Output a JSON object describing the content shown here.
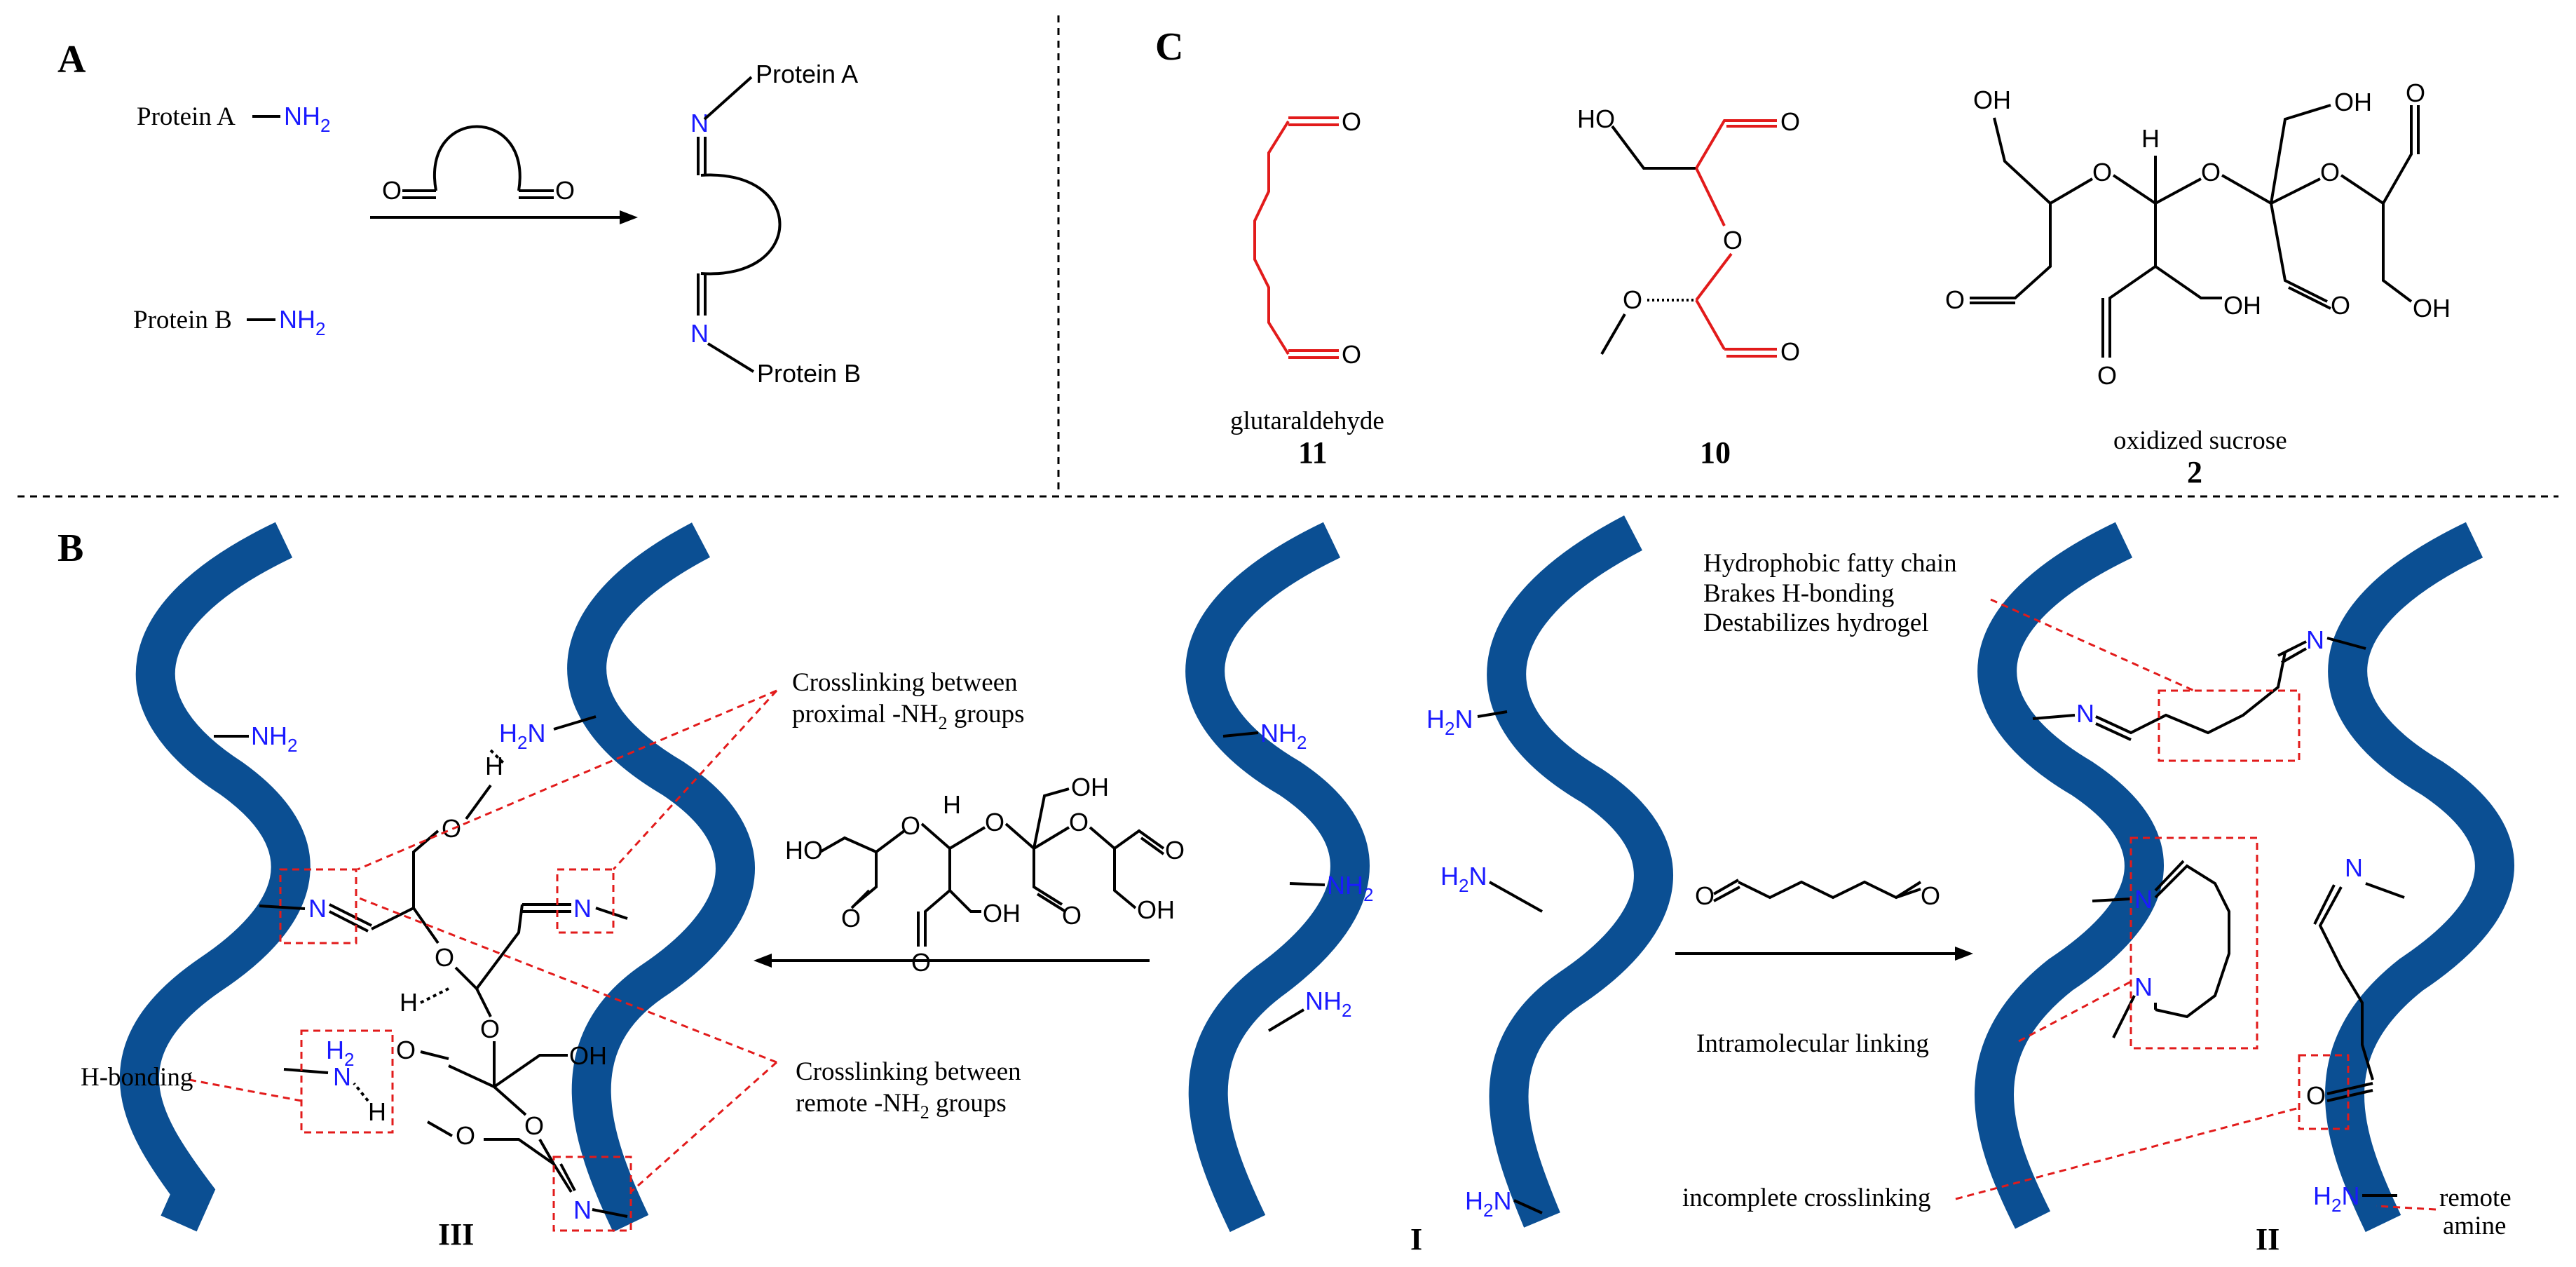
{
  "panels": {
    "a": "A",
    "b": "B",
    "c": "C"
  },
  "panel_a": {
    "protein_a": "Protein A",
    "protein_b": "Protein B",
    "nh2": "NH",
    "nh2_sub": "2",
    "o": "O",
    "n": "N",
    "product_protein_a": "Protein A",
    "product_protein_b": "Protein B"
  },
  "panel_c": {
    "glutaraldehyde_name": "glutaraldehyde",
    "glutaraldehyde_number": "11",
    "compound10_number": "10",
    "sucrose_name": "oxidized sucrose",
    "sucrose_number": "2",
    "ho": "HO",
    "oh": "OH",
    "o": "O",
    "h": "H"
  },
  "panel_b": {
    "crosslink_proximal_1": "Crosslinking between",
    "crosslink_proximal_2": "proximal -NH",
    "crosslink_proximal_sub": "2",
    "crosslink_proximal_3": " groups",
    "crosslink_remote_1": "Crosslinking between",
    "crosslink_remote_2": "remote -NH",
    "crosslink_remote_sub": "2",
    "crosslink_remote_3": " groups",
    "h_bonding": "H-bonding",
    "hydrophobic_1": "Hydrophobic fatty chain",
    "hydrophobic_2": "Brakes H-bonding",
    "hydrophobic_3": "Destabilizes hydrogel",
    "intramolecular": "Intramolecular linking",
    "incomplete": "incomplete crosslinking",
    "remote_1": "remote",
    "remote_2": "amine",
    "label_I": "I",
    "label_II": "II",
    "label_III": "III",
    "nh2": "NH",
    "h2n": "H",
    "n_sub": "2",
    "n": "N",
    "o": "O",
    "h": "H",
    "oh": "OH",
    "ho": "HO",
    "h2_top": "H",
    "h2_sub": "2"
  },
  "colors": {
    "chain": "#0b4f93",
    "amine": "#1a1aff",
    "highlight": "#e21b1b"
  }
}
